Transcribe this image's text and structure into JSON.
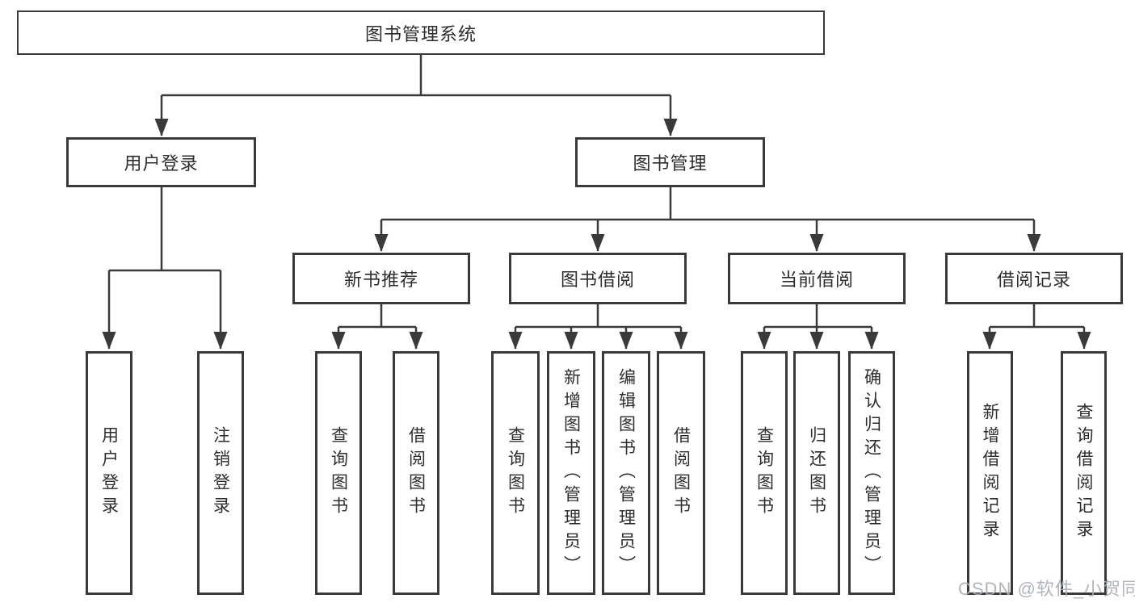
{
  "tree": {
    "root": {
      "label": "图书管理系统"
    },
    "branches": [
      {
        "label": "用户登录",
        "children": [
          {
            "label": "用户登录"
          },
          {
            "label": "注销登录"
          }
        ]
      },
      {
        "label": "图书管理",
        "sections": [
          {
            "label": "新书推荐",
            "children": [
              {
                "label": "查询图书"
              },
              {
                "label": "借阅图书"
              }
            ]
          },
          {
            "label": "图书借阅",
            "children": [
              {
                "label": "查询图书"
              },
              {
                "label": "新增图书（管理员）"
              },
              {
                "label": "编辑图书（管理员）"
              },
              {
                "label": "借阅图书"
              }
            ]
          },
          {
            "label": "当前借阅",
            "children": [
              {
                "label": "查询图书"
              },
              {
                "label": "归还图书"
              },
              {
                "label": "确认归还（管理员）"
              }
            ]
          },
          {
            "label": "借阅记录",
            "children": [
              {
                "label": "新增借阅记录"
              },
              {
                "label": "查询借阅记录"
              }
            ]
          }
        ]
      }
    ]
  },
  "watermark": {
    "text": "CSDN @软件_小贺同学"
  },
  "colors": {
    "line": "#3a3a3a",
    "text": "#2d2d2d",
    "watermark": "#abafb4",
    "background": "#ffffff"
  }
}
